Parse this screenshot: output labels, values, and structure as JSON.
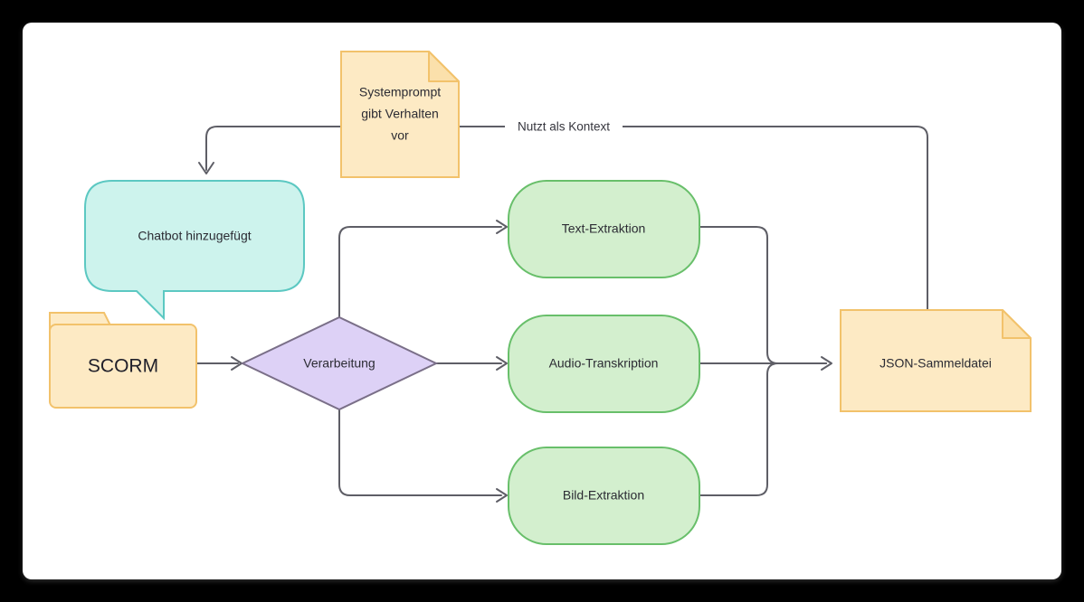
{
  "canvas": {
    "background": "#ffffff",
    "outer_background": "#000000"
  },
  "palette": {
    "green_fill": "#d3efce",
    "green_stroke": "#68bf6a",
    "yellow_fill": "#fdeac4",
    "yellow_stroke": "#f2c26b",
    "purple_fill": "#ddd1f6",
    "purple_stroke": "#7a6f88",
    "cyan_fill": "#cdf3ed",
    "cyan_stroke": "#5cc8c2",
    "edge_stroke": "#5e5e66",
    "text": "#2b2b33"
  },
  "diagram": {
    "type": "flowchart",
    "direction": "left-to-right",
    "nodes": [
      {
        "id": "scorm",
        "label": "SCORM",
        "shape": "folder",
        "color": "yellow"
      },
      {
        "id": "systemprompt",
        "label": "Systemprompt gibt Verhalten vor",
        "shape": "note",
        "color": "yellow"
      },
      {
        "id": "chatbot",
        "label": "Chatbot hinzugefügt",
        "shape": "speech-bubble",
        "color": "cyan"
      },
      {
        "id": "verarbeitung",
        "label": "Verarbeitung",
        "shape": "diamond",
        "color": "purple"
      },
      {
        "id": "text",
        "label": "Text-Extraktion",
        "shape": "stadium",
        "color": "green"
      },
      {
        "id": "audio",
        "label": "Audio-Transkription",
        "shape": "stadium",
        "color": "green"
      },
      {
        "id": "bild",
        "label": "Bild-Extraktion",
        "shape": "stadium",
        "color": "green"
      },
      {
        "id": "json",
        "label": "JSON-Sammeldatei",
        "shape": "note",
        "color": "yellow"
      }
    ],
    "node_label_lines": {
      "systemprompt": [
        "Systemprompt",
        "gibt Verhalten",
        "vor"
      ]
    },
    "edges": [
      {
        "from": "scorm",
        "to": "verarbeitung",
        "label": ""
      },
      {
        "from": "verarbeitung",
        "to": "text",
        "label": ""
      },
      {
        "from": "verarbeitung",
        "to": "audio",
        "label": ""
      },
      {
        "from": "verarbeitung",
        "to": "bild",
        "label": ""
      },
      {
        "from": "text",
        "to": "json",
        "label": ""
      },
      {
        "from": "audio",
        "to": "json",
        "label": ""
      },
      {
        "from": "bild",
        "to": "json",
        "label": ""
      },
      {
        "from": "json",
        "to": "chatbot",
        "label": "Nutzt als Kontext"
      }
    ],
    "edge_labels": {
      "nutzt_als_kontext": "Nutzt als Kontext"
    }
  }
}
